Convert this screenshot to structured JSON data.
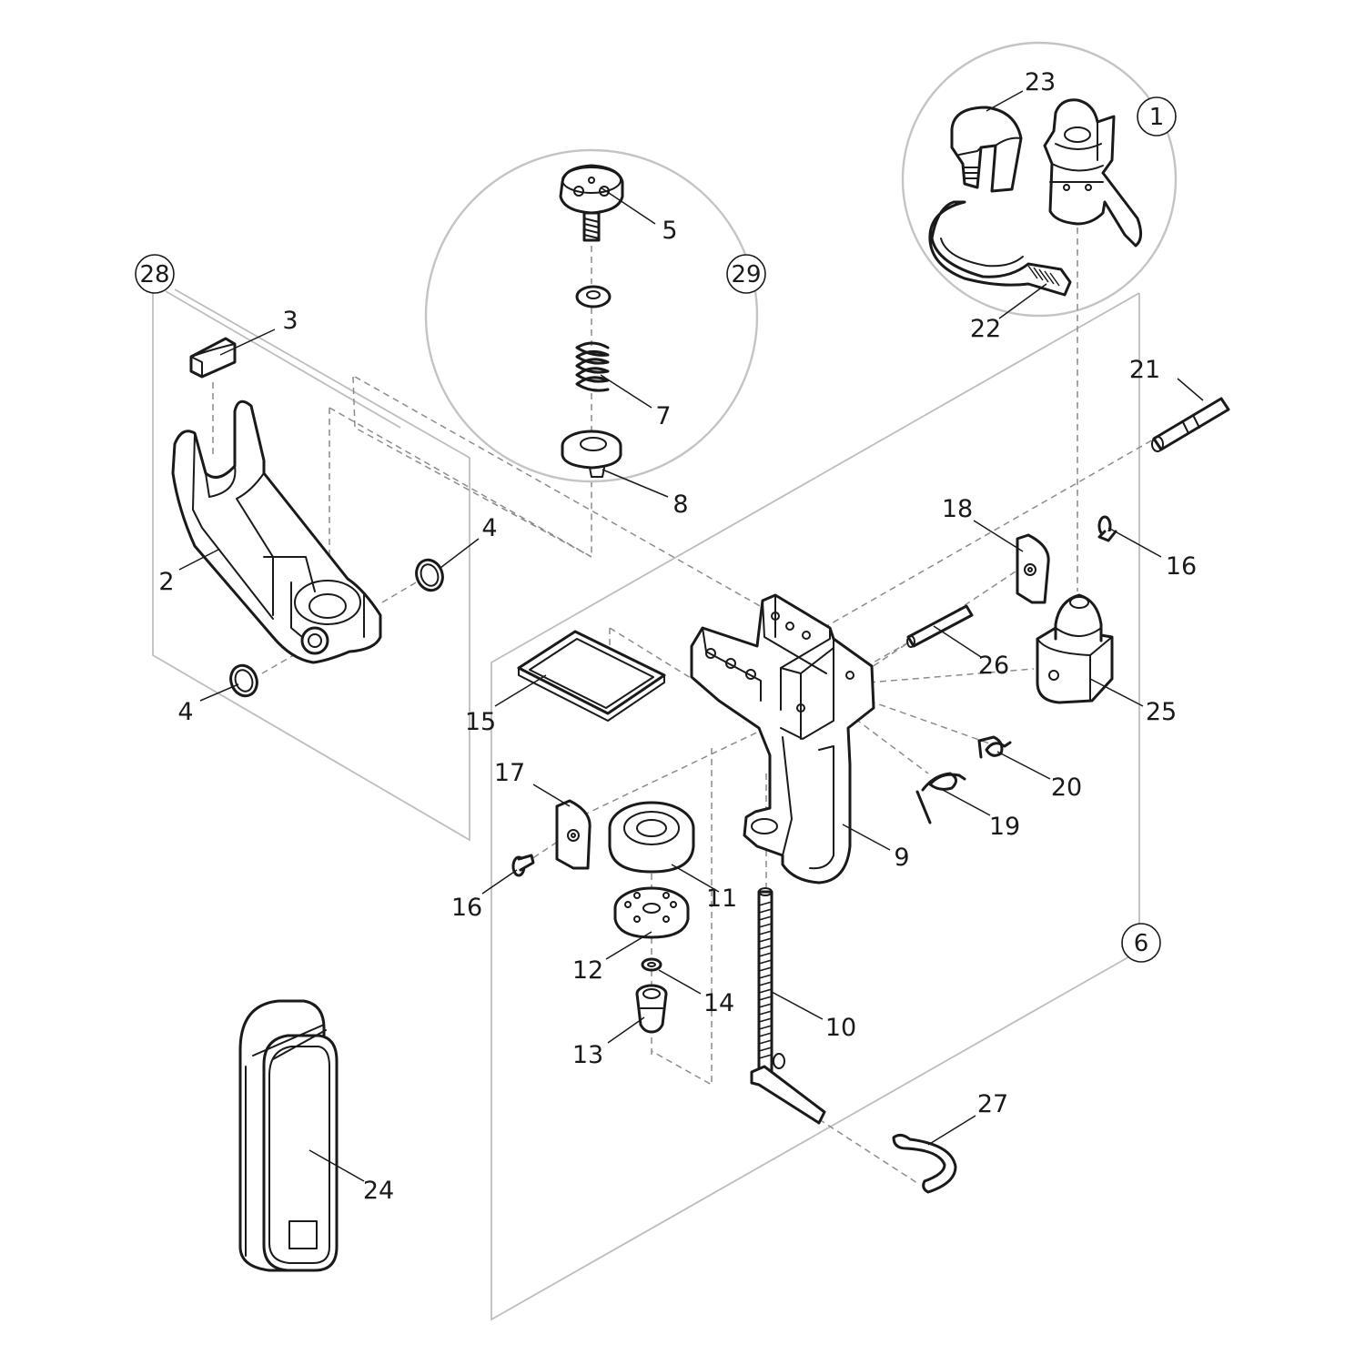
{
  "diagram": {
    "type": "exploded-parts-view",
    "accent_color": "#1a1a1a",
    "guide_color": "#bdbdbd",
    "part_numbers": [
      "2",
      "3",
      "4",
      "4",
      "5",
      "7",
      "8",
      "9",
      "10",
      "11",
      "12",
      "13",
      "14",
      "15",
      "16",
      "16",
      "17",
      "18",
      "19",
      "20",
      "21",
      "22",
      "23",
      "24",
      "25",
      "26",
      "27"
    ],
    "callouts": [
      "1",
      "6",
      "28",
      "29"
    ]
  }
}
